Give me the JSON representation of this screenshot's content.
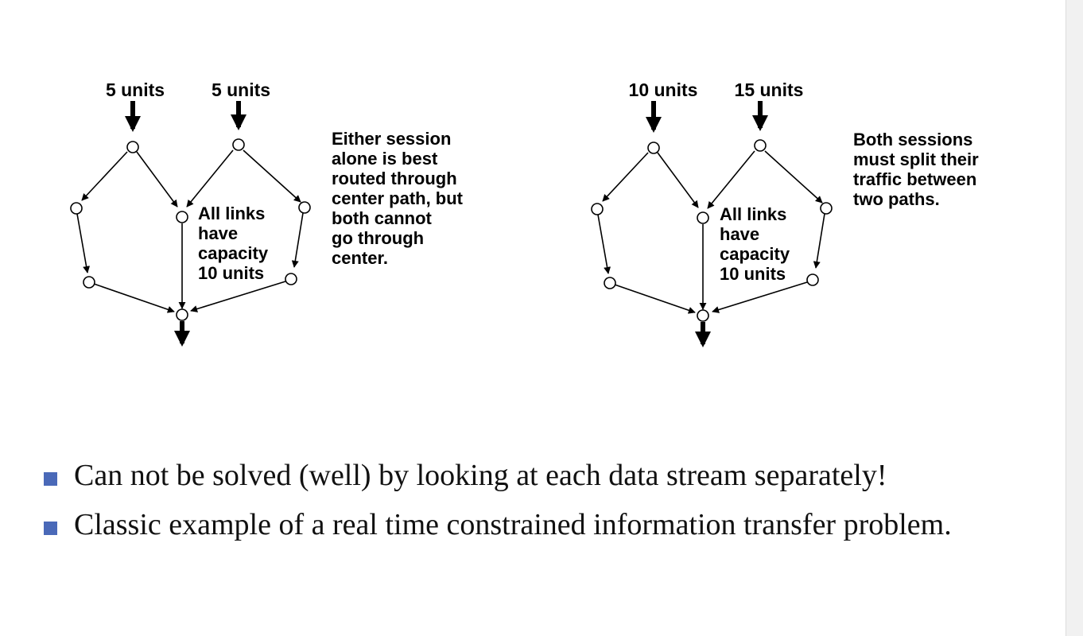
{
  "diagrams": [
    {
      "inputs": [
        "5 units",
        "5 units"
      ],
      "capacity_label": [
        "All links",
        "have",
        "capacity",
        "10 units"
      ],
      "note": [
        "Either session",
        "alone is best",
        "routed through",
        "center path, but",
        "both cannot",
        "go through",
        "center."
      ]
    },
    {
      "inputs": [
        "10 units",
        "15 units"
      ],
      "capacity_label": [
        "All links",
        "have",
        "capacity",
        "10 units"
      ],
      "note": [
        "Both sessions",
        "must split their",
        "traffic between",
        "two paths."
      ]
    }
  ],
  "bullets": [
    "Can not be solved (well) by looking at each data stream separately!",
    "Classic example of a real time constrained information transfer problem."
  ],
  "colors": {
    "bullet": "#4a69b8",
    "ink": "#000000"
  }
}
